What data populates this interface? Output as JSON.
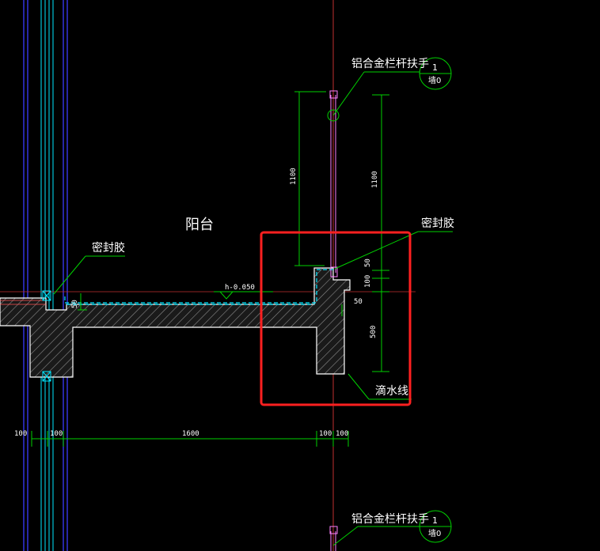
{
  "colors": {
    "background": "#000000",
    "dimension_green": "#00d000",
    "wall_blue": "#3a3aff",
    "glass_cyan": "#00e6ff",
    "axis_red": "#c03030",
    "highlight_red": "#ff2020",
    "structure_white": "#ffffff",
    "railing_pink": "#ff80ff",
    "hatch_gray": "#8a8a8a"
  },
  "labels": {
    "room": "阳台",
    "sealant_left": "密封胶",
    "sealant_right": "密封胶",
    "railing_top": "铝合金栏杆扶手",
    "railing_bottom": "铝合金栏杆扶手",
    "drip_line": "滴水线",
    "level": "h-0.050",
    "detail_no_top": "1",
    "detail_sheet_top": "墙0",
    "detail_no_bottom": "1",
    "detail_sheet_bottom": "墙0"
  },
  "dimensions": {
    "rail_height_left": "1100",
    "rail_height_right": "1100",
    "upstand_50": "50",
    "upstand_100": "100",
    "gap_50": "50",
    "drop_500": "500",
    "slab_50": "50",
    "bottom": [
      "100",
      "100",
      "1600",
      "100",
      "100"
    ]
  }
}
